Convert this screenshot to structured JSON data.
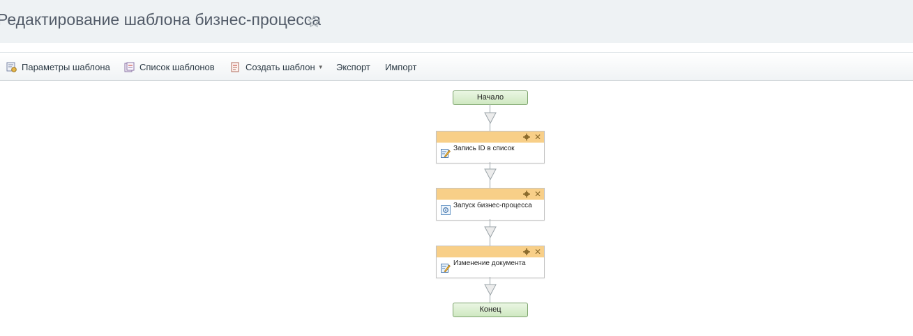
{
  "header": {
    "title": "Редактирование шаблона бизнес-процесса"
  },
  "toolbar": {
    "items": [
      {
        "label": "Параметры шаблона",
        "icon": "template-settings-icon"
      },
      {
        "label": "Список шаблонов",
        "icon": "template-list-icon"
      },
      {
        "label": "Создать шаблон",
        "icon": "create-template-icon",
        "dropdown": true
      },
      {
        "label": "Экспорт"
      },
      {
        "label": "Импорт"
      }
    ]
  },
  "workflow": {
    "start_label": "Начало",
    "end_label": "Конец",
    "activities": [
      {
        "label": "Запись ID в список",
        "icon": "edit-icon"
      },
      {
        "label": "Запуск бизнес-процесса",
        "icon": "process-icon"
      },
      {
        "label": "Изменение документа",
        "icon": "edit-icon"
      }
    ],
    "colors": {
      "activity_header": "#f8cf88",
      "terminal_fill": "#d8eecb",
      "terminal_border": "#7aa16a"
    }
  }
}
